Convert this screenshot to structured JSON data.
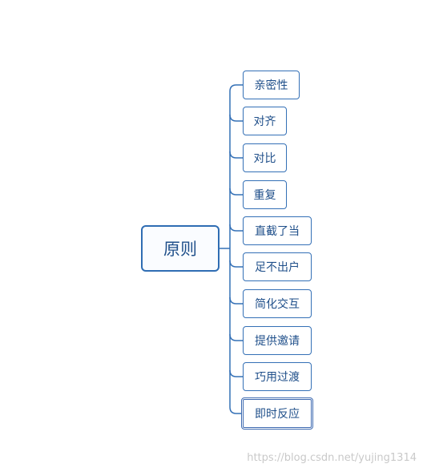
{
  "mindmap": {
    "root": {
      "label": "原则"
    },
    "children": [
      {
        "label": "亲密性"
      },
      {
        "label": "对齐"
      },
      {
        "label": "对比"
      },
      {
        "label": "重复"
      },
      {
        "label": "直截了当"
      },
      {
        "label": "足不出户"
      },
      {
        "label": "简化交互"
      },
      {
        "label": "提供邀请"
      },
      {
        "label": "巧用过渡"
      },
      {
        "label": "即时反应",
        "selected": true
      }
    ]
  },
  "colors": {
    "node_border": "#2f6db3",
    "node_text": "#1f4f8a",
    "connector": "#3470b6",
    "watermark": "#c9c9c9"
  },
  "watermark": {
    "text": "https://blog.csdn.net/yujing1314"
  }
}
